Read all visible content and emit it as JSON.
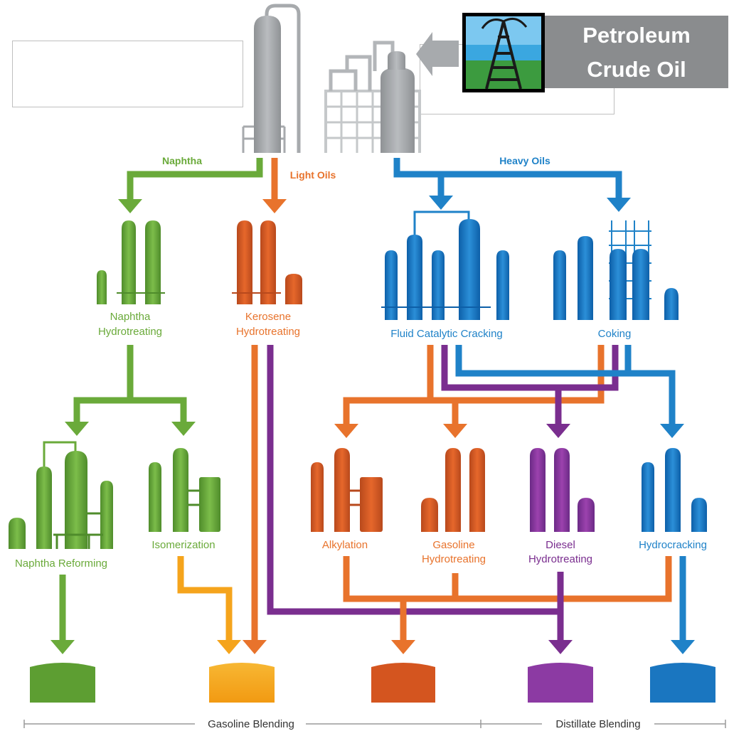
{
  "title": {
    "line1": "Petroleum",
    "line2": "Crude Oil"
  },
  "streams": {
    "naphtha": "Naphtha",
    "light_oils": "Light Oils",
    "heavy_oils": "Heavy Oils"
  },
  "units": {
    "naphtha_hydrotreating": {
      "line1": "Naphtha",
      "line2": "Hydrotreating"
    },
    "kerosene_hydrotreating": {
      "line1": "Kerosene",
      "line2": "Hydrotreating"
    },
    "fluid_catalytic_cracking": "Fluid Catalytic Cracking",
    "coking": "Coking",
    "naphtha_reforming": "Naphtha Reforming",
    "isomerization": "Isomerization",
    "alkylation": "Alkylation",
    "gasoline_hydrotreating": {
      "line1": "Gasoline",
      "line2": "Hydrotreating"
    },
    "diesel_hydrotreating": {
      "line1": "Diesel",
      "line2": "Hydrotreating"
    },
    "hydrocracking": "Hydrocracking"
  },
  "blending": {
    "gasoline": "Gasoline Blending",
    "distillate": "Distillate Blending"
  },
  "colors": {
    "green": "#6aaa3a",
    "orange": "#e8732c",
    "blue": "#1f82c8",
    "purple": "#7a2e8f",
    "gold": "#f5a41c",
    "gray": "#a7aaad",
    "title_bg": "#8a8c8e"
  },
  "icons": {
    "crude_oil": "oil-derrick-icon",
    "distillation": "distillation-column-icon"
  }
}
